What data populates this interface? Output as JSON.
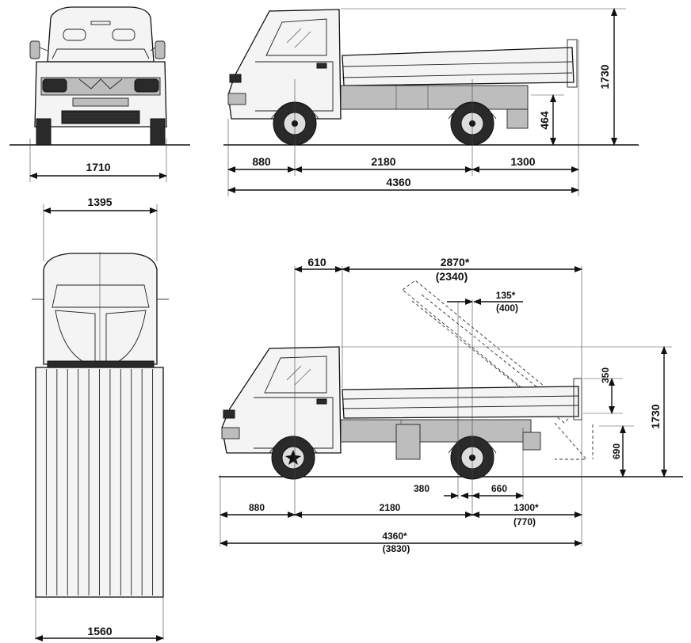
{
  "front_view": {
    "width": "1710"
  },
  "side_view": {
    "height": "1730",
    "bed_height": "464",
    "front_overhang": "880",
    "wheelbase": "2180",
    "rear_overhang": "1300",
    "length": "4360"
  },
  "top_view": {
    "cab_width": "1395",
    "bed_width": "1560"
  },
  "tipper_view": {
    "cab_offset": "610",
    "bed_length": "2870*",
    "bed_length_alt": "(2340)",
    "tip_offset": "135*",
    "tip_offset_alt": "(400)",
    "side_height": "350",
    "height": "1730",
    "bed_floor": "690",
    "pivot_to_axle": "380",
    "axle_to_pivot": "660",
    "front_overhang": "880",
    "wheelbase": "2180",
    "rear_overhang": "1300*",
    "rear_overhang_alt": "(770)",
    "length": "4360*",
    "length_alt": "(3830)"
  },
  "colors": {
    "line": "#111111",
    "background": "#ffffff"
  }
}
